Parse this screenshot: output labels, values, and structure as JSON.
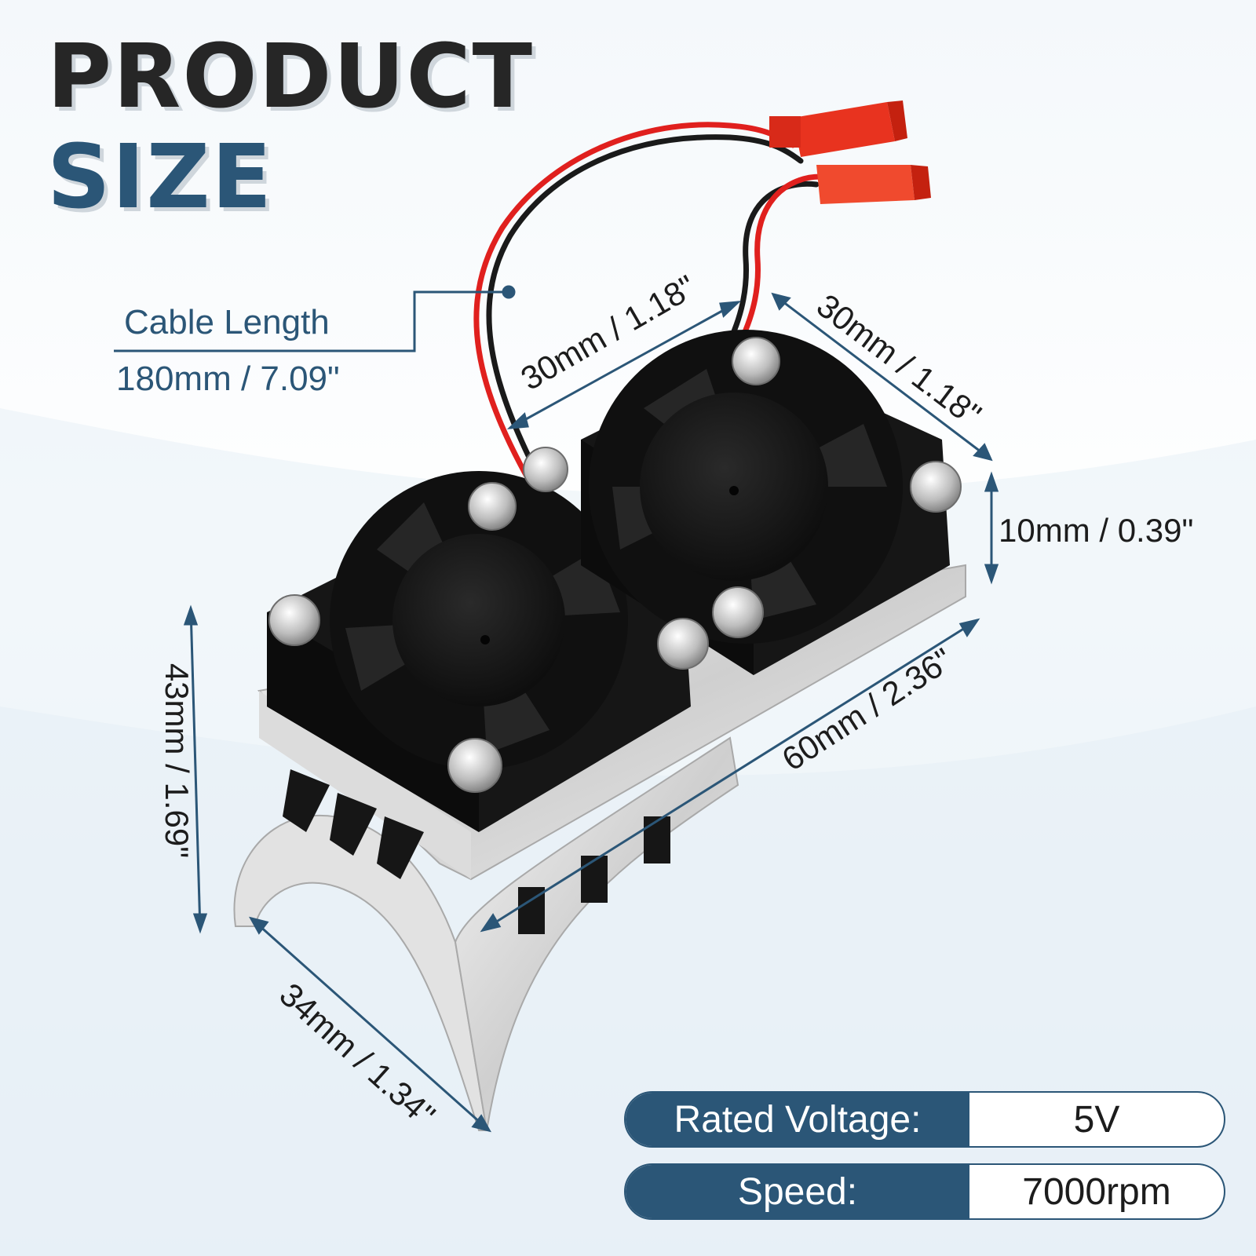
{
  "headline": {
    "line1": "PRODUCT",
    "line2": "SIZE"
  },
  "cable": {
    "label": "Cable Length",
    "value": "180mm / 7.09\""
  },
  "dimensions": {
    "fan_depth": "30mm / 1.18\"",
    "fan_width": "30mm / 1.18\"",
    "fan_thickness": "10mm / 0.39\"",
    "length": "60mm / 2.36\"",
    "height": "43mm / 1.69\"",
    "width": "34mm / 1.34\""
  },
  "specs": [
    {
      "key": "Rated Voltage:",
      "value": "5V"
    },
    {
      "key": "Speed:",
      "value": "7000rpm"
    }
  ],
  "colors": {
    "accent": "#2b5677",
    "dark": "#262626",
    "cable_red": "#e0201e",
    "connector": "#e8331f"
  }
}
